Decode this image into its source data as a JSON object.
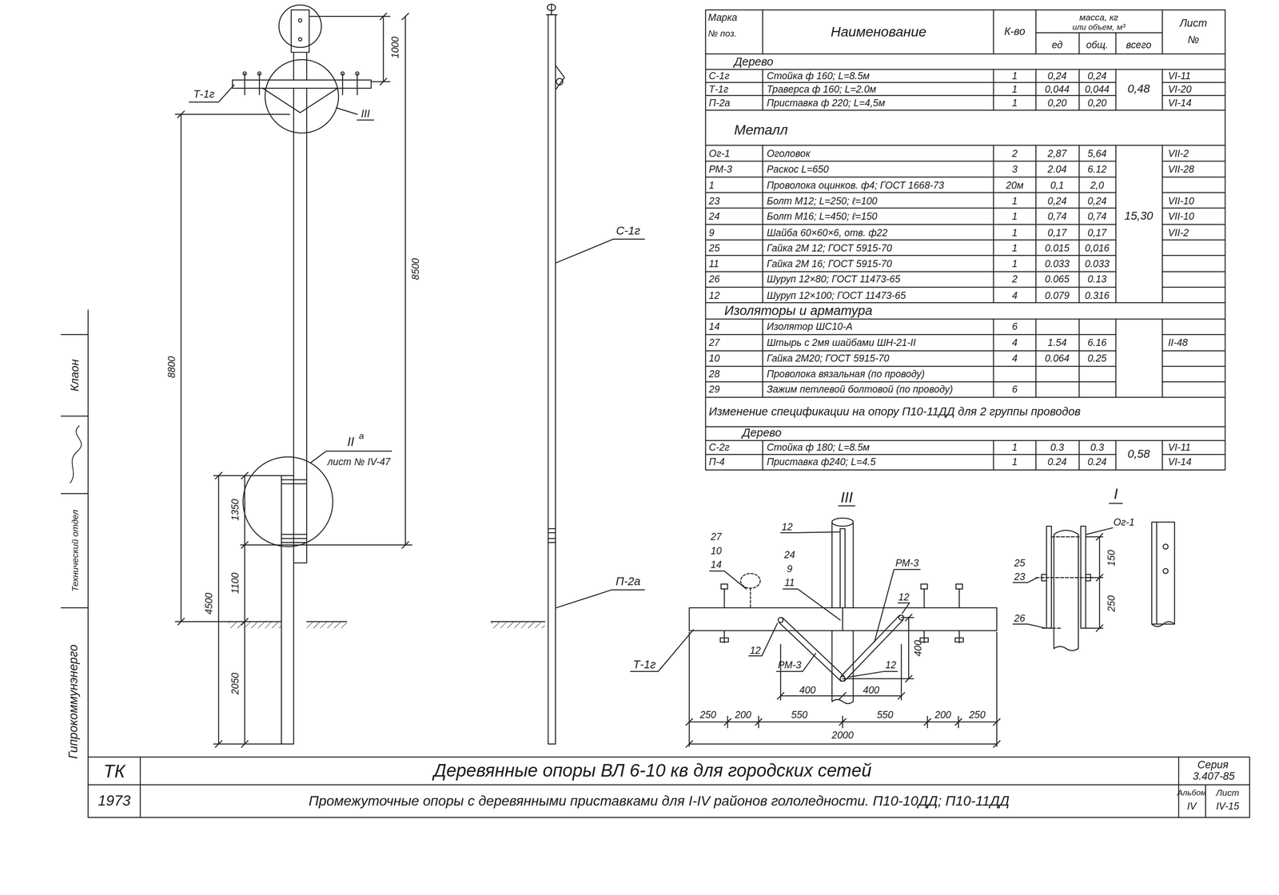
{
  "diagram": {
    "title": "Деревянные опоры ВЛ 6-10 кв для городских сетей",
    "caption": "Промежуточные опоры с деревянными приставками для I-IV районов гололедности. П10-10ДД; П10-11ДД",
    "labels": [
      "Марка",
      "№ поз.",
      "Наименование",
      "К-во",
      "масса, кг",
      "или объем, м³",
      "ед",
      "общ.",
      "всего",
      "Лист",
      "№",
      "Дерево",
      "С-1г",
      "Стойка ф 160; L=8.5м",
      "1",
      "0,24",
      "0,24",
      "VI-11",
      "Т-1г",
      "Траверса ф 160; L=2.0м",
      "1",
      "0,044",
      "0,044",
      "VI-20",
      "П-2а",
      "Приставка ф 220; L=4,5м",
      "1",
      "0,20",
      "0,20",
      "VI-14",
      "0,48",
      "Металл",
      "Ог-1",
      "Оголовок",
      "2",
      "2,87",
      "5,64",
      "VII-2",
      "РМ-3",
      "Раскос L=650",
      "3",
      "2.04",
      "6.12",
      "VII-28",
      "1",
      "Проволока оцинков. ф4; ГОСТ 1668-73",
      "20м",
      "0,1",
      "2,0",
      "23",
      "Болт М12; L=250; ℓ=100",
      "1",
      "0,24",
      "0,24",
      "VII-10",
      "24",
      "Болт М16; L=450; ℓ=150",
      "1",
      "0,74",
      "0,74",
      "VII-10",
      "9",
      "Шайба 60×60×6, отв. ф22",
      "1",
      "0,17",
      "0,17",
      "VII-2",
      "25",
      "Гайка 2М 12; ГОСТ 5915-70",
      "1",
      "0.015",
      "0,016",
      "11",
      "Гайка 2М 16; ГОСТ 5915-70",
      "1",
      "0.033",
      "0.033",
      "26",
      "Шуруп 12×80; ГОСТ 11473-65",
      "2",
      "0.065",
      "0.13",
      "12",
      "Шуруп 12×100; ГОСТ 11473-65",
      "4",
      "0.079",
      "0.316",
      "15,30",
      "Изоляторы и арматура",
      "14",
      "Изолятор ШС10-А",
      "6",
      "27",
      "Штырь с 2мя шайбами ШН-21-II",
      "4",
      "1.54",
      "6.16",
      "II-48",
      "10",
      "Гайка 2М20; ГОСТ 5915-70",
      "4",
      "0.064",
      "0.25",
      "28",
      "Проволока вязальная (по проводу)",
      "29",
      "Зажим петлевой болтовой (по проводу)",
      "6",
      "Изменение спецификации на опору П10-11ДД для 2 группы проводов",
      "Дерево",
      "С-2г",
      "Стойка ф 180; L=8.5м",
      "1",
      "0.3",
      "0.3",
      "VI-11",
      "П-4",
      "Приставка ф240; L=4.5",
      "1",
      "0.24",
      "0.24",
      "VI-14",
      "0,58",
      "Т-1г",
      "III",
      "1000",
      "8500",
      "8800",
      "II",
      "а",
      "лист № IV-47",
      "1350",
      "4500",
      "1100",
      "2050",
      "С-1г",
      "П-2а",
      "III",
      "27",
      "10",
      "14",
      "12",
      "24",
      "9",
      "11",
      "РМ-3",
      "12",
      "12",
      "РМ-3",
      "12",
      "400",
      "400",
      "400",
      "Т-1г",
      "250",
      "200",
      "550",
      "550",
      "200",
      "250",
      "2000",
      "I",
      "Ог-1",
      "25",
      "23",
      "26",
      "150",
      "250",
      "ТК",
      "1973",
      "Серия",
      "3.407-85",
      "Альбом",
      "IV",
      "Лист",
      "IV-15",
      "Гипрокоммунэнерго",
      "Технический отдел",
      "Клаон"
    ]
  }
}
